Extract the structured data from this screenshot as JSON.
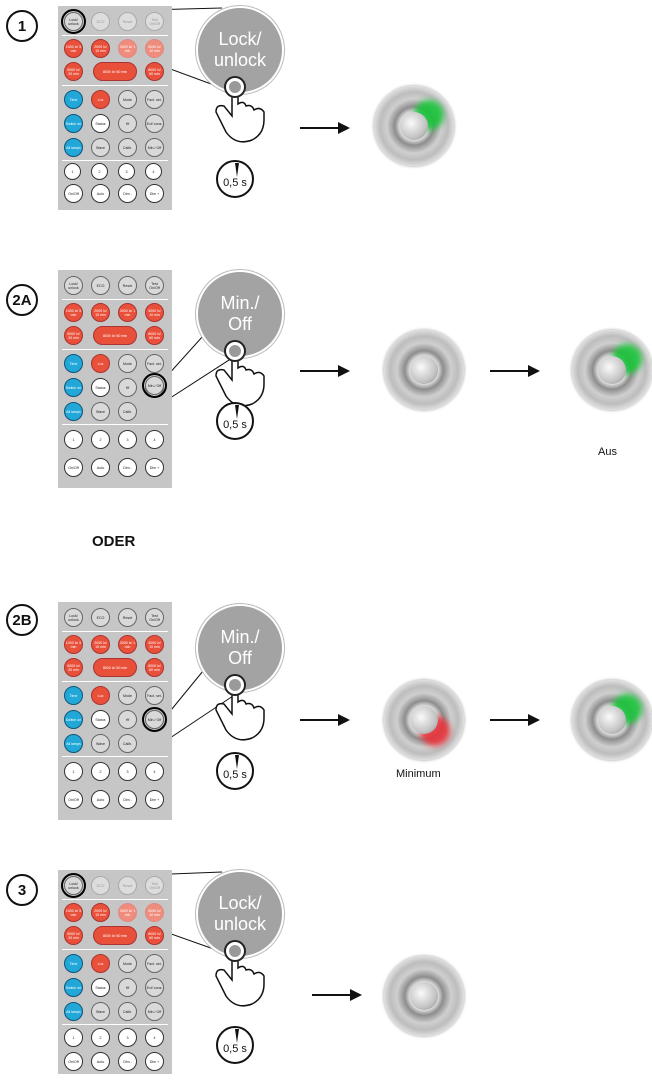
{
  "steps": [
    {
      "badge": "1",
      "bubble_line1": "Lock/",
      "bubble_line2": "unlock",
      "timer": "0,5 s"
    },
    {
      "badge": "2A",
      "bubble_line1": "Min./",
      "bubble_line2": "Off",
      "timer": "0,5 s",
      "result_label": "Aus"
    },
    {
      "badge": "2B",
      "bubble_line1": "Min./",
      "bubble_line2": "Off",
      "timer": "0,5 s",
      "result_label": "Minimum"
    },
    {
      "badge": "3",
      "bubble_line1": "Lock/",
      "bubble_line2": "unlock",
      "timer": "0,5 s"
    }
  ],
  "separator": "ODER",
  "remote": {
    "row1": [
      "Lock/ unlock",
      "ECO",
      "Reset",
      "Test On/Off"
    ],
    "row2": [
      "1000 lx/ 5 min",
      "2000 lx/ 15 min",
      "3000 lx/ 1 min",
      "5000 lx/ 10 min"
    ],
    "row3": [
      "5000 lx/ 30 min",
      "8000 lx/ 60 min",
      "8000 lx/ 60 min"
    ],
    "row4": [
      "Time",
      "Lux",
      "Mode",
      "Fact. set."
    ],
    "row5": [
      "Switch on",
      "Status",
      "Hf",
      "Ext/ cons."
    ],
    "row6": [
      "All lamps",
      "Wave",
      "Calib.",
      "Min./ Off"
    ],
    "row7": [
      "1",
      "2",
      "3",
      "4"
    ],
    "row8": [
      "On/Off",
      "Auto",
      "Dim -",
      "Dim +"
    ]
  },
  "colors": {
    "green": "#19c43a",
    "red": "#e8323a"
  }
}
